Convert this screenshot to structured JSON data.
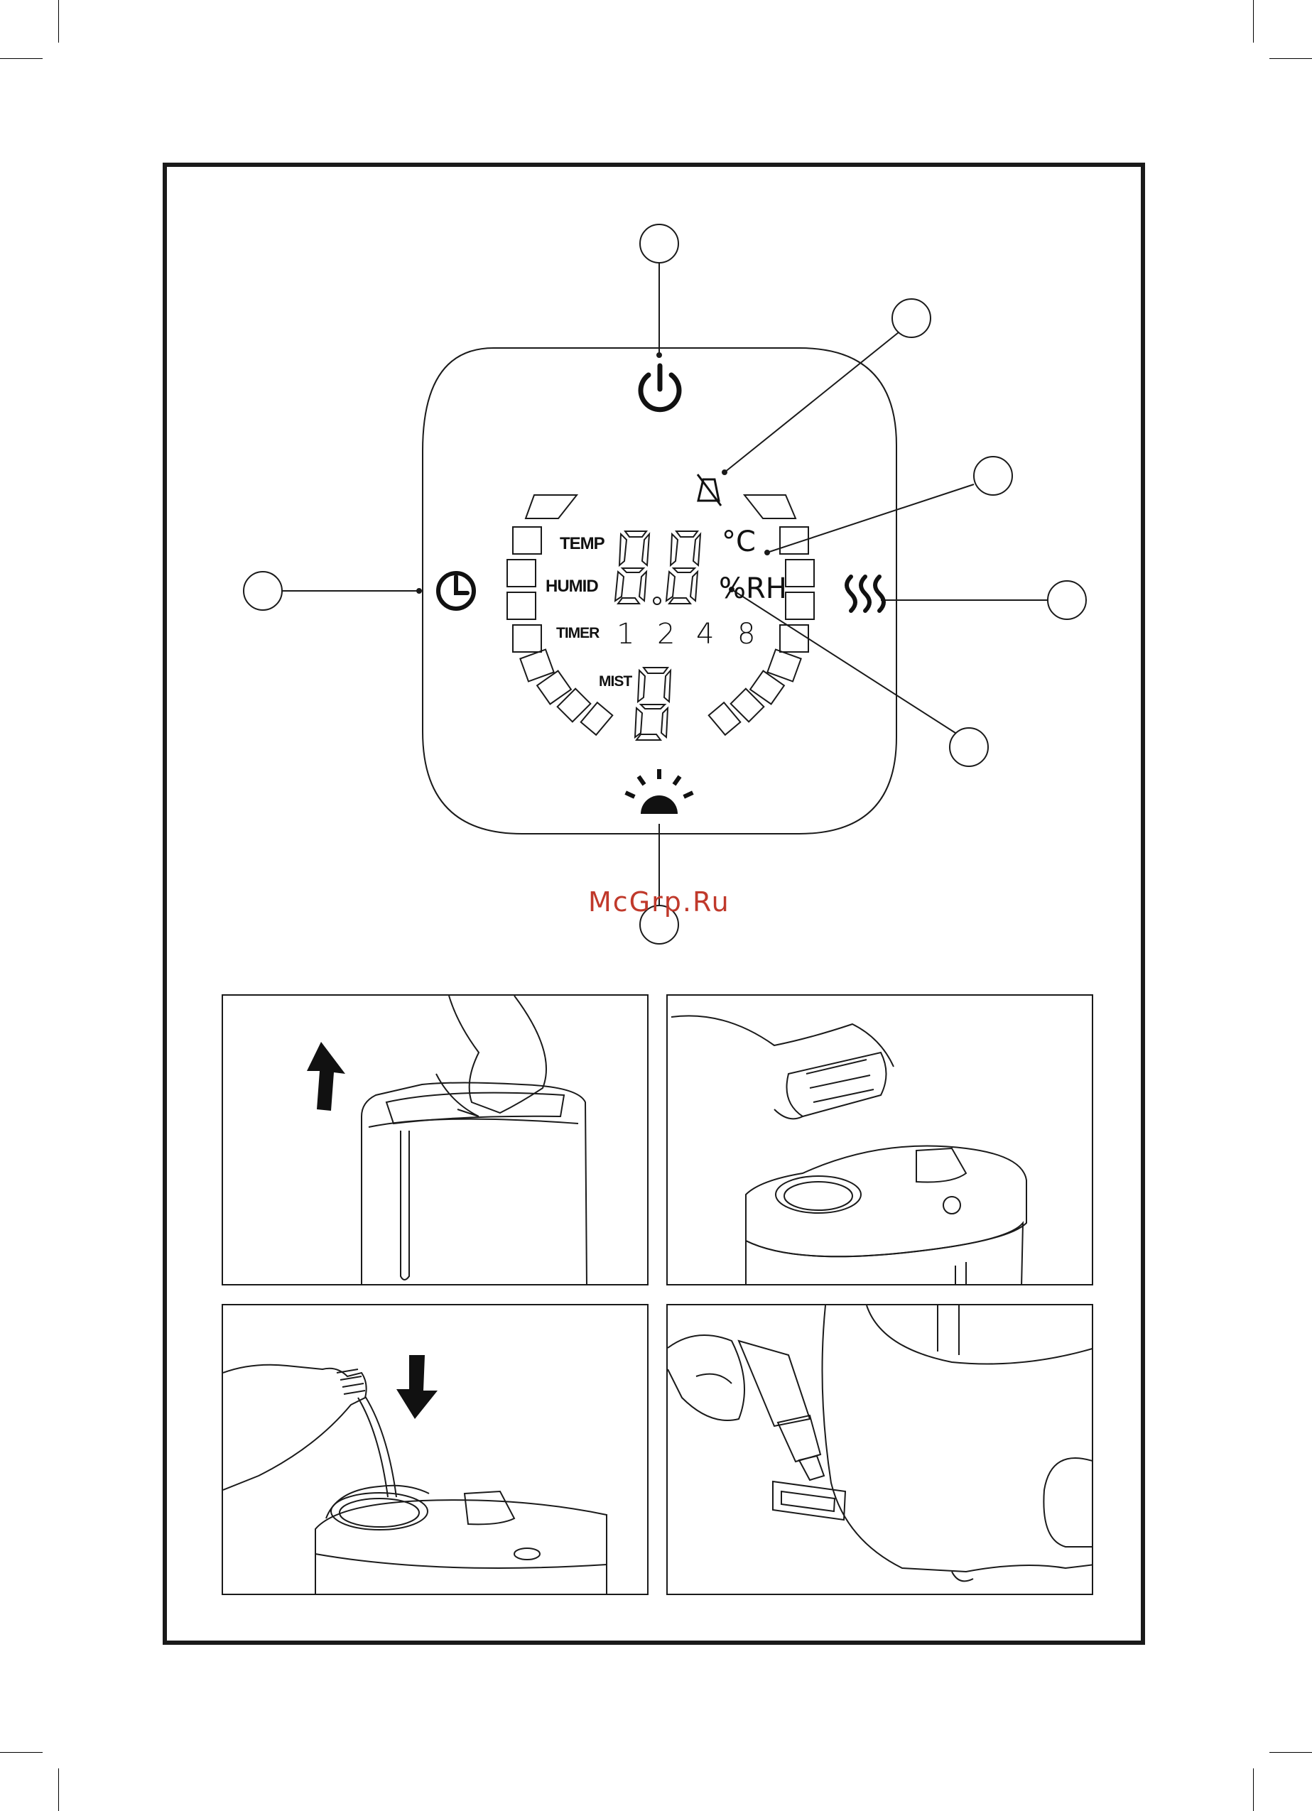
{
  "display": {
    "temp_label": "TEMP",
    "humid_label": "HUMID",
    "timer_label": "TIMER",
    "mist_label": "MIST",
    "timer_values": [
      "1",
      "2",
      "4",
      "8"
    ],
    "temp_unit": "°C",
    "humid_unit": "%RH"
  },
  "watermark": "McGrp.Ru",
  "icons": {
    "power": "power-icon",
    "mute": "mute-icon",
    "timer": "clock-icon",
    "heat": "heat-icon",
    "night_light": "night-light-icon"
  },
  "figures": [
    {
      "id": "remove-tank",
      "icon": "arrow-up-icon"
    },
    {
      "id": "remove-cap",
      "icon": "cap-icon"
    },
    {
      "id": "fill-water",
      "icon": "arrow-down-icon"
    },
    {
      "id": "add-aroma",
      "icon": "dropper-icon"
    }
  ]
}
